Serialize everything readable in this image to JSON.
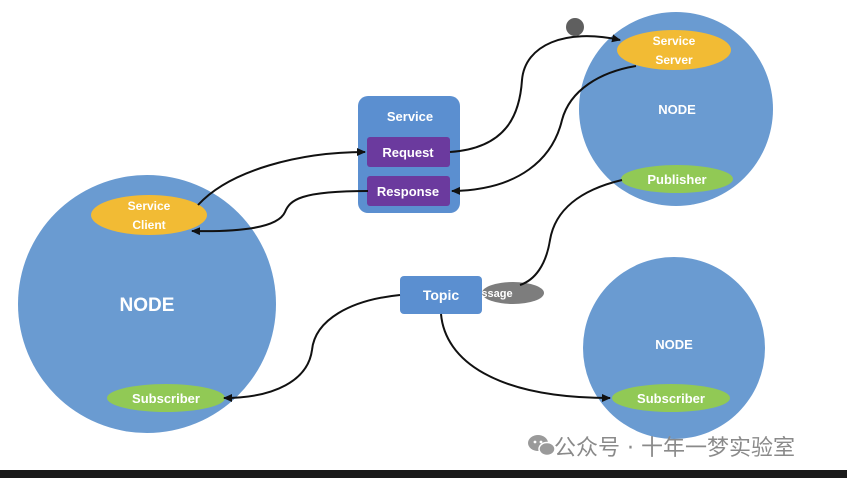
{
  "diagram": {
    "nodes": {
      "left": "NODE",
      "top_right": "NODE",
      "bottom_right": "NODE"
    },
    "service": {
      "title": "Service",
      "request": "Request",
      "response": "Response"
    },
    "topic": "Topic",
    "message_label": "ssage",
    "service_server": [
      "Service",
      "Server"
    ],
    "service_client": [
      "Service",
      "Client"
    ],
    "publisher": "Publisher",
    "subscriber_left": "Subscriber",
    "subscriber_right": "Subscriber"
  },
  "watermark": {
    "text": "公众号 · 十年一梦实验室",
    "icon": "wechat-icon"
  },
  "colors": {
    "node_blue": "#6a9bd1",
    "box_blue": "#5b8fd0",
    "yellow": "#f2bb34",
    "green": "#91c955",
    "purple": "#6b3a9e",
    "grey": "#7d7d7d"
  }
}
